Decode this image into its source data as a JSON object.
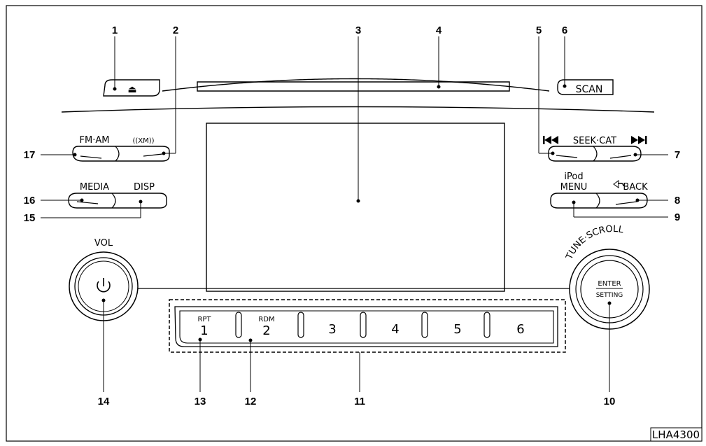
{
  "callouts": {
    "n1": "1",
    "n2": "2",
    "n3": "3",
    "n4": "4",
    "n5": "5",
    "n6": "6",
    "n7": "7",
    "n8": "8",
    "n9": "9",
    "n10": "10",
    "n11": "11",
    "n12": "12",
    "n13": "13",
    "n14": "14",
    "n15": "15",
    "n16": "16",
    "n17": "17"
  },
  "buttons": {
    "eject": "⏏",
    "scan": "SCAN",
    "fm_am": "FM·AM",
    "xm": "((XM))",
    "seek_cat": "SEEK·CAT",
    "media": "MEDIA",
    "disp": "DISP",
    "ipod": "iPod",
    "menu": "MENU",
    "back": "BACK"
  },
  "knobs": {
    "vol_label": "VOL",
    "tune_scroll": "TUNE·SCROLL",
    "enter": "ENTER",
    "setting": "SETTING"
  },
  "presets": [
    {
      "num": "1",
      "sub": "RPT"
    },
    {
      "num": "2",
      "sub": "RDM"
    },
    {
      "num": "3",
      "sub": ""
    },
    {
      "num": "4",
      "sub": ""
    },
    {
      "num": "5",
      "sub": ""
    },
    {
      "num": "6",
      "sub": ""
    }
  ],
  "figure_code": "LHA4300"
}
